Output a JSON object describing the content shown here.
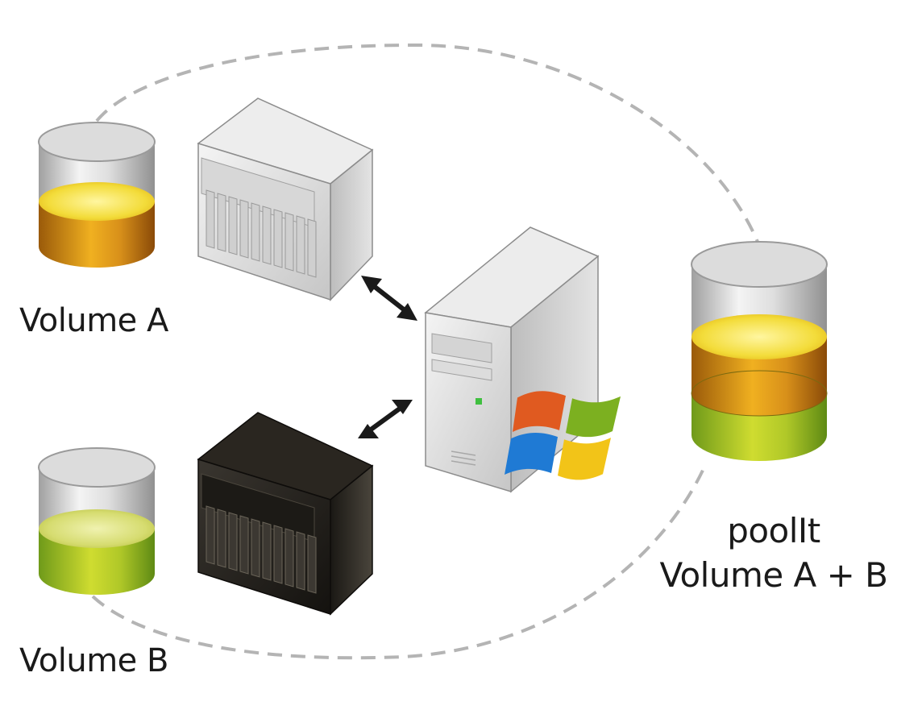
{
  "labels": {
    "volume_a": "Volume A",
    "volume_b": "Volume B",
    "pool_name": "poolIt",
    "pool_volumes": "Volume A + B"
  },
  "icons": {
    "volume_a_cylinder": "storage-volume-icon",
    "volume_b_cylinder": "storage-volume-icon",
    "pool_cylinder": "pooled-volume-icon",
    "nas_a": "nas-server-icon",
    "nas_b": "nas-server-icon",
    "windows_server": "tower-server-icon",
    "windows_logo": "windows-logo-icon",
    "connection_arrows": "bidirectional-arrow-icon",
    "pool_boundary": "dashed-ellipse"
  },
  "colors": {
    "volume_a_fill": "#E0A020",
    "volume_b_fill": "#A8C832",
    "cylinder_glass": "#C8C8C8",
    "nas_a_body": "#E6E6E6",
    "nas_b_body": "#2A2620",
    "dashed_line": "#B4B4B4",
    "arrow": "#1A1A1A"
  }
}
